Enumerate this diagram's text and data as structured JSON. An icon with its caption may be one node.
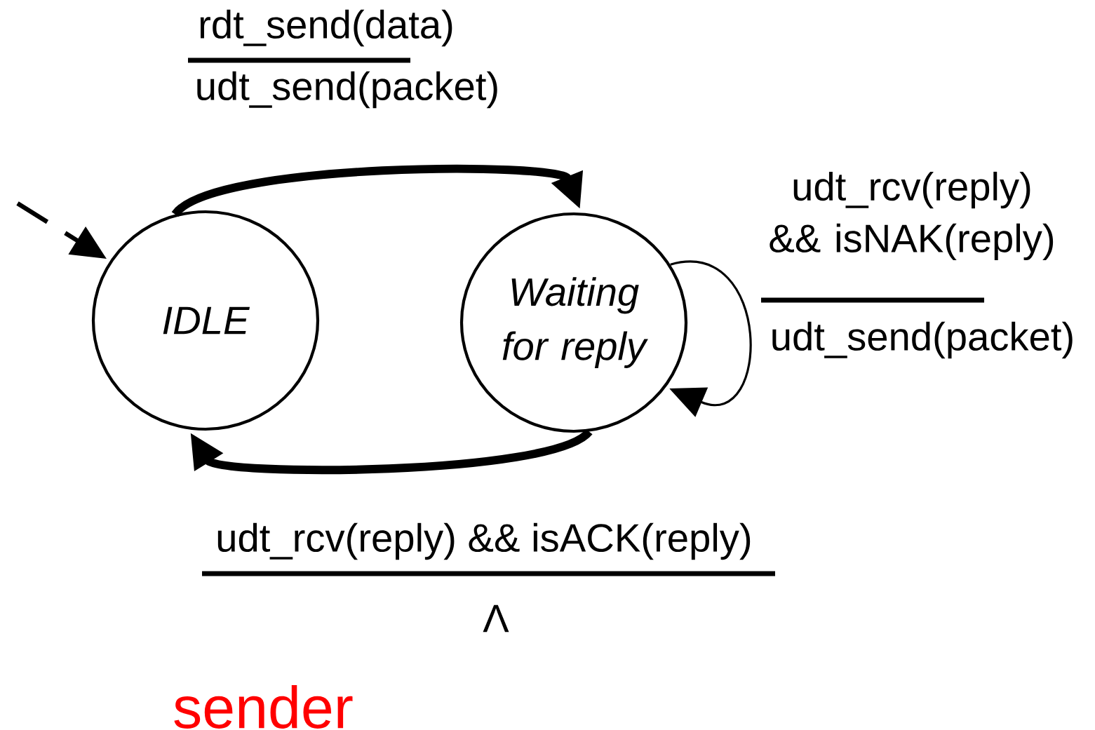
{
  "diagram": {
    "nodes": [
      {
        "text": [
          "IDLE"
        ]
      },
      {
        "text": [
          "Waiting for reply"
        ]
      }
    ],
    "edges": [
      {
        "from": null,
        "to": 0,
        "arrow": "to",
        "style": "dashed"
      },
      {
        "from": 0,
        "to": 1,
        "arrow": "to",
        "style": "thick"
      },
      {
        "from": 1,
        "to": 1,
        "arrow": "to"
      },
      {
        "from": 1,
        "to": 0,
        "arrow": "to",
        "style": "thick"
      }
    ],
    "labels": [
      "rdt_send(data)",
      "udt_send(packet)",
      "udt_rcv(reply) && isNAK(reply)",
      "udt_send(packet)",
      "udt_rcv(reply) && isACK(reply)",
      "Λ",
      "sender"
    ]
  }
}
